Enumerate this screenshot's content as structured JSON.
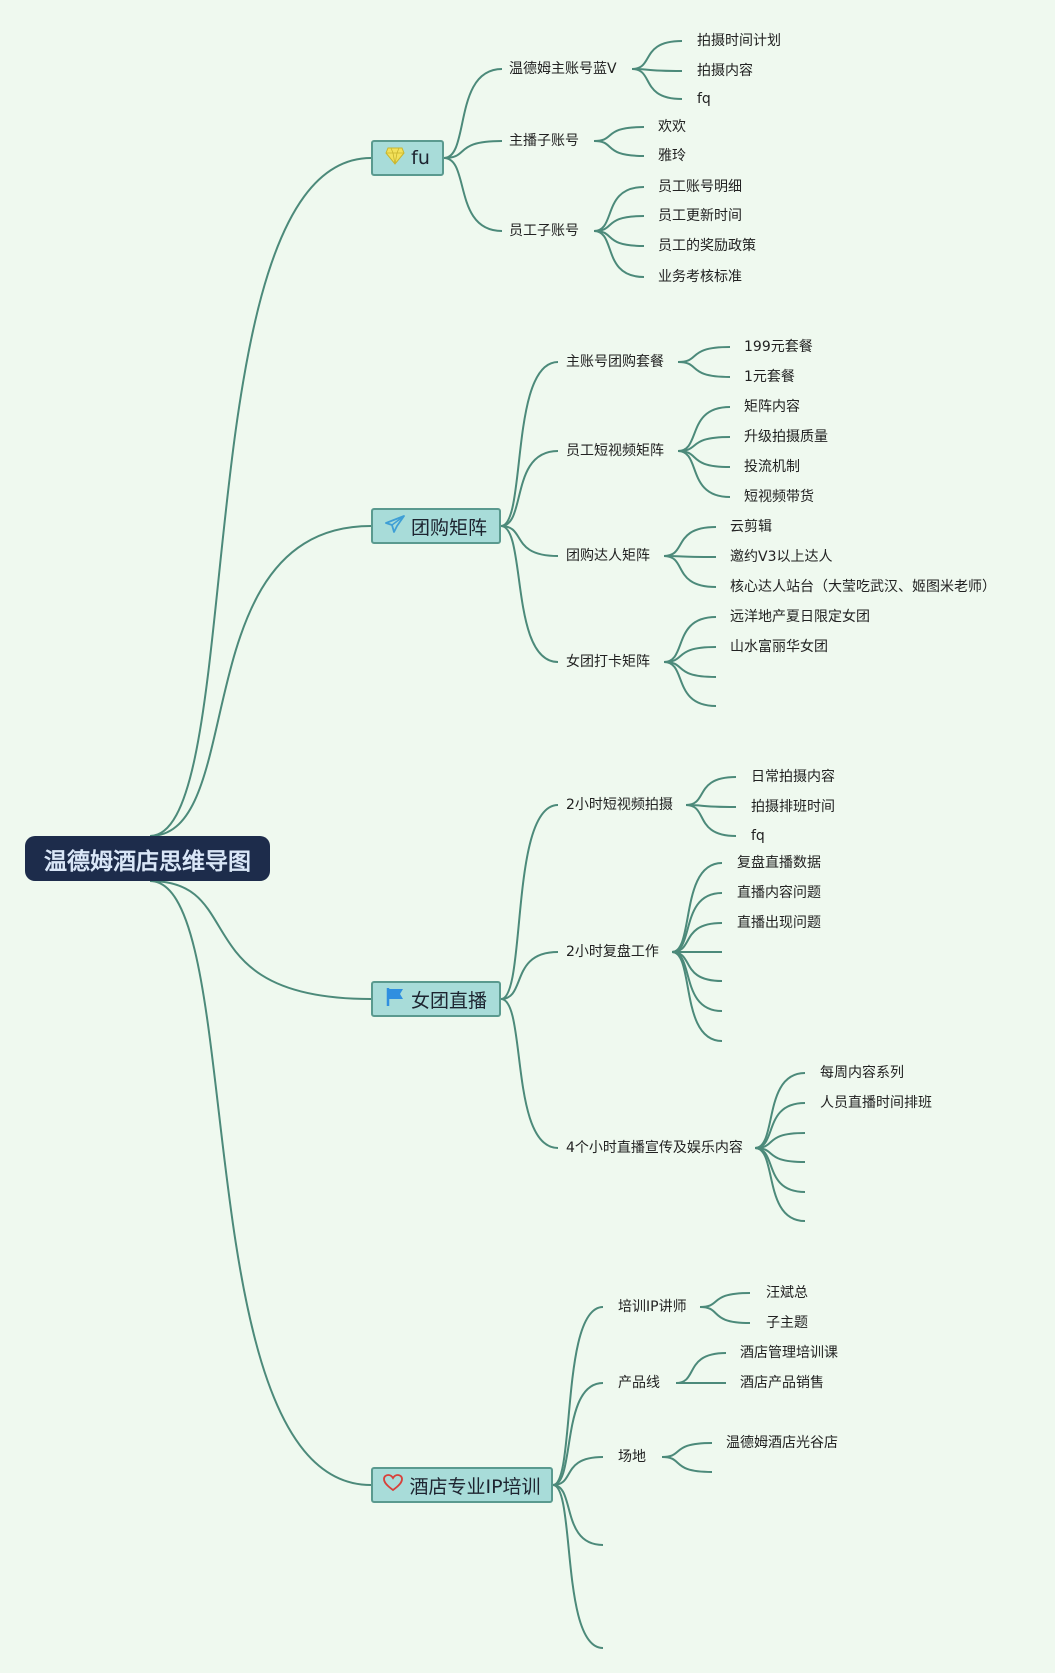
{
  "mindmap": {
    "root": "温德姆酒店思维导图",
    "branches": [
      {
        "label": "fu",
        "icon": "diamond-icon",
        "subs": [
          {
            "label": "温德姆主账号蓝V",
            "leaves": [
              "拍摄时间计划",
              "拍摄内容",
              "fq"
            ]
          },
          {
            "label": "主播子账号",
            "leaves": [
              "欢欢",
              "雅玲"
            ]
          },
          {
            "label": "员工子账号",
            "leaves": [
              "员工账号明细",
              "员工更新时间",
              "员工的奖励政策",
              "业务考核标准"
            ]
          }
        ]
      },
      {
        "label": "团购矩阵",
        "icon": "paper-plane-icon",
        "subs": [
          {
            "label": "主账号团购套餐",
            "leaves": [
              "199元套餐",
              "1元套餐"
            ]
          },
          {
            "label": "员工短视频矩阵",
            "leaves": [
              "矩阵内容",
              "升级拍摄质量",
              "投流机制",
              "短视频带货"
            ]
          },
          {
            "label": "团购达人矩阵",
            "leaves": [
              "云剪辑",
              "邀约V3以上达人",
              "核心达人站台（大莹吃武汉、姬图米老师）"
            ]
          },
          {
            "label": "女团打卡矩阵",
            "leaves": [
              "远洋地产夏日限定女团",
              "山水富丽华女团",
              "",
              "",
              ""
            ]
          }
        ]
      },
      {
        "label": "女团直播",
        "icon": "flag-icon",
        "subs": [
          {
            "label": "2小时短视频拍摄",
            "leaves": [
              "日常拍摄内容",
              "拍摄排班时间",
              "fq"
            ]
          },
          {
            "label": "2小时复盘工作",
            "leaves": [
              "复盘直播数据",
              "直播内容问题",
              "直播出现问题",
              "",
              "",
              "",
              ""
            ]
          },
          {
            "label": "4个小时直播宣传及娱乐内容",
            "leaves": [
              "每周内容系列",
              "人员直播时间排班",
              "",
              "",
              "",
              ""
            ]
          }
        ]
      },
      {
        "label": "酒店专业IP培训",
        "icon": "heart-icon",
        "subs": [
          {
            "label": "培训IP讲师",
            "leaves": [
              "汪斌总",
              "子主题"
            ]
          },
          {
            "label": "产品线",
            "leaves": [
              "酒店管理培训课",
              "酒店产品销售"
            ]
          },
          {
            "label": "场地",
            "leaves": [
              "温德姆酒店光谷店",
              ""
            ]
          },
          {
            "label": "",
            "leaves": []
          },
          {
            "label": "",
            "leaves": []
          }
        ]
      }
    ]
  },
  "colors": {
    "background": "#eff9ef",
    "root_fill": "#1d2c4b",
    "root_text": "#d9e6f7",
    "branch_fill": "#a8dcd9",
    "branch_border": "#5a9a8f",
    "line": "#4c8a7a",
    "diamond_icon": "#f3e15a",
    "plane_icon": "#3f9fd6",
    "flag_icon": "#2f8fe0",
    "heart_icon": "#d8403a"
  }
}
